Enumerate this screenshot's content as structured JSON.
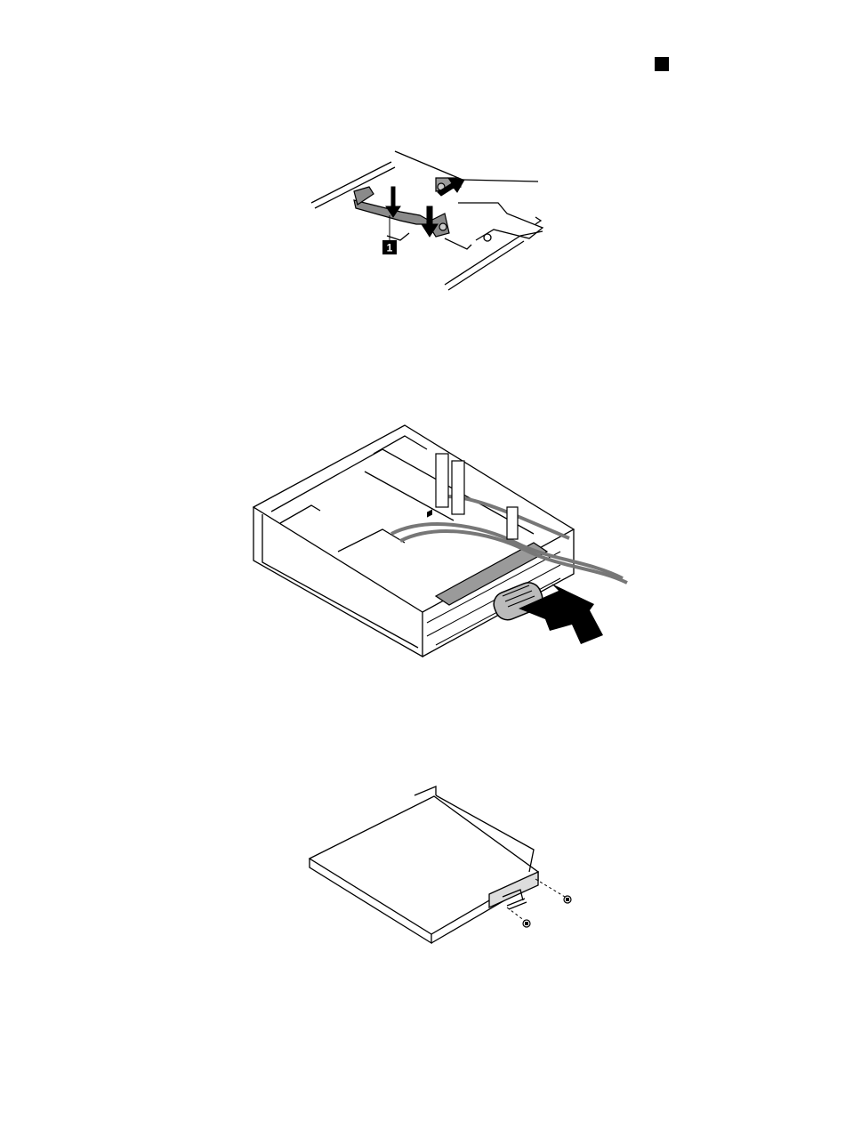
{
  "page": {
    "marker": "section-marker-square"
  },
  "figures": [
    {
      "id": "figure-1",
      "subject": "bracket-latch",
      "callouts": [
        {
          "label": "1"
        }
      ]
    },
    {
      "id": "figure-2",
      "subject": "chassis-drive-bay"
    },
    {
      "id": "figure-3",
      "subject": "optical-drive-screws"
    }
  ],
  "colors": {
    "line": "#000000",
    "gray": "#7a7a7a",
    "light_gray": "#b8b8b8"
  }
}
